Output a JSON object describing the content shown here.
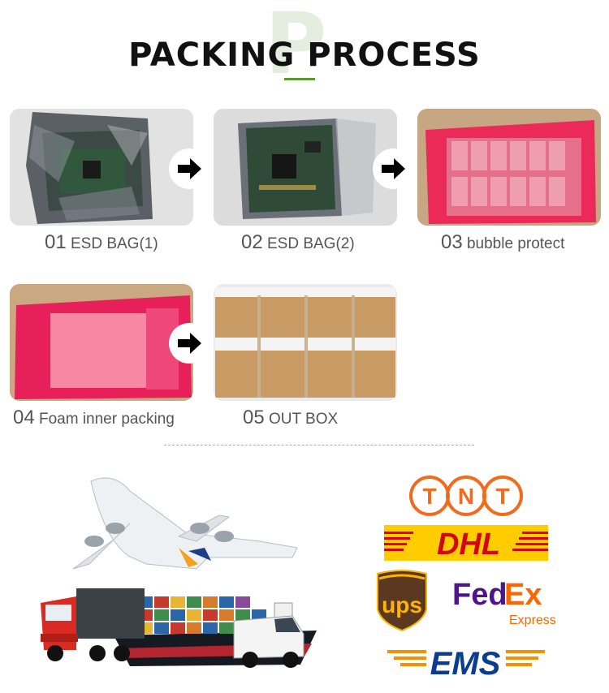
{
  "header": {
    "title": "PACKING PROCESS",
    "background_letter": "P",
    "accent_color": "#5a9a2e"
  },
  "steps": [
    {
      "number": "01",
      "label": "ESD BAG(1)"
    },
    {
      "number": "02",
      "label": "ESD BAG(2)"
    },
    {
      "number": "03",
      "label": "bubble protect"
    },
    {
      "number": "04",
      "label": "Foam inner packing"
    },
    {
      "number": "05",
      "label": "OUT BOX"
    }
  ],
  "arrows": [
    "arrow-right-icon",
    "arrow-right-icon",
    "arrow-right-icon"
  ],
  "shipping_illustration": [
    "airplane",
    "truck",
    "container-ship",
    "van"
  ],
  "carriers": {
    "tnt": {
      "name": "TNT",
      "color": "#f26b1d"
    },
    "dhl": {
      "name": "DHL",
      "color": "#d40511",
      "background": "#ffcc00"
    },
    "ups": {
      "name": "ups",
      "color": "#5a3920",
      "accent": "#ffb500"
    },
    "fedex": {
      "name_part1": "Fed",
      "name_part2": "Ex",
      "sub": "Express",
      "color1": "#4d148c",
      "color2": "#ff6600"
    },
    "ems": {
      "name": "EMS",
      "color": "#0a3d91",
      "accent": "#f39200"
    }
  }
}
